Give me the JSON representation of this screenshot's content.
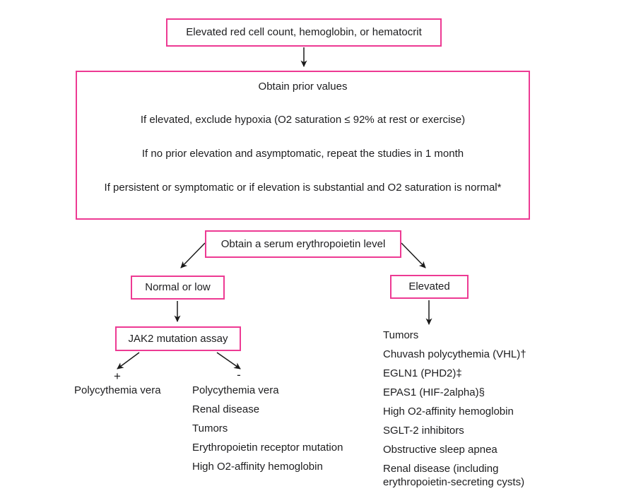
{
  "colors": {
    "background": "#ffffff",
    "box_border": "#ed3a93",
    "text": "#1d1d1f",
    "arrow": "#1a1a1a"
  },
  "flowchart": {
    "start_box": "Elevated red cell count, hemoglobin, or hematocrit",
    "workup_box_lines": [
      "Obtain prior values",
      "If elevated, exclude hypoxia (O2 saturation ≤ 92% at rest or exercise)",
      "If no prior elevation and asymptomatic, repeat the studies in 1 month",
      "If persistent or symptomatic or if elevation is substantial and O2 saturation is normal*"
    ],
    "epo_box": "Obtain a serum erythropoietin level",
    "normal_or_low_box": "Normal or low",
    "elevated_box": "Elevated",
    "jak2_box": "JAK2 mutation assay",
    "jak2_positive_sign": "+",
    "jak2_negative_sign": "-",
    "jak2_positive_items": [
      "Polycythemia vera"
    ],
    "jak2_negative_items": [
      "Polycythemia vera",
      "Renal disease",
      "Tumors",
      "Erythropoietin receptor mutation",
      "High O2-affinity hemoglobin"
    ],
    "elevated_items": [
      "Tumors",
      "Chuvash polycythemia (VHL)†",
      "EGLN1 (PHD2)‡",
      "EPAS1 (HIF-2alpha)§",
      "High O2-affinity hemoglobin",
      "SGLT-2 inhibitors",
      "Obstructive sleep apnea",
      "Renal disease (including\nerythropoietin-secreting cysts)"
    ]
  }
}
